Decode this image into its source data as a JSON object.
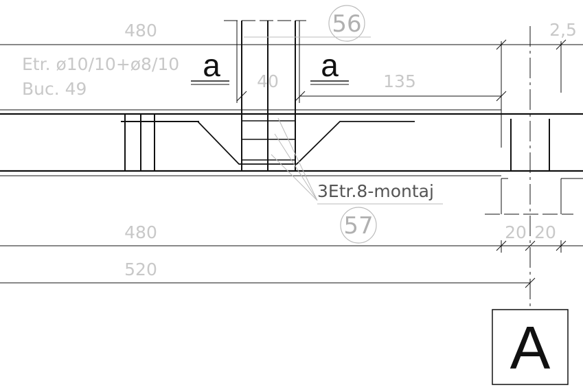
{
  "dimensions": {
    "top_length": "480",
    "opening": "40",
    "right_segment": "135",
    "cover": "2,5",
    "bottom_length_1": "480",
    "bottom_length_2": "520",
    "left_support": "20",
    "right_support": "20"
  },
  "notes": {
    "stirrups_line_1": "Etr. ø10/10+ø8/10",
    "stirrups_line_2": "Buc. 49",
    "mounting_stirrups": "3Etr.8-montaj"
  },
  "bubbles": {
    "top": "56",
    "bottom": "57"
  },
  "section_marks": {
    "left": "a",
    "right": "a"
  },
  "detail_tag": "A",
  "colors": {
    "line": "#111111",
    "dim_text": "#c8c8c8",
    "leader": "#bbbbbb"
  }
}
